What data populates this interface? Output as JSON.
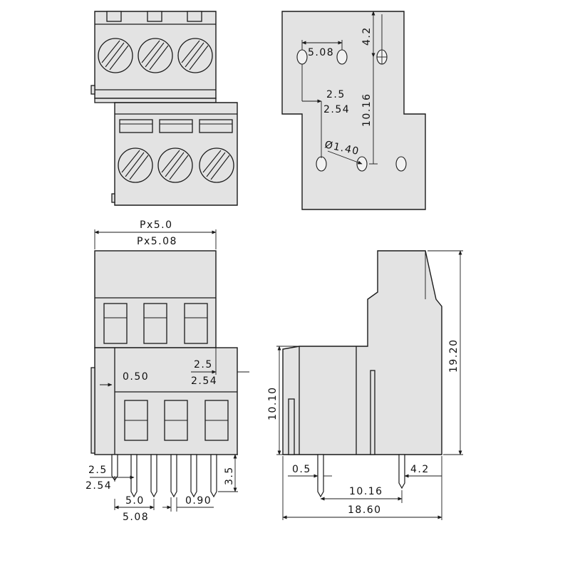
{
  "views": {
    "top_view": {
      "terminals_per_row": 3,
      "rows": 2
    },
    "footprint_view": {
      "labels": {
        "pitch": "5.08",
        "offset_top": "4.2",
        "step_a": "2.5",
        "step_b": "2.54",
        "row_spacing": "10.16",
        "hole_dia": "Ø1.40"
      }
    },
    "front_view": {
      "labels": {
        "pitch_a": "Px5.0",
        "pitch_b": "Px5.08",
        "step_a": "2.5",
        "step_b": "2.54",
        "wall": "0.50",
        "side_a": "2.5",
        "side_b": "2.54",
        "pin_height": "3.5",
        "pin_pitch_a": "5.0",
        "pin_pitch_b": "5.08",
        "pin_width": "0.90"
      }
    },
    "side_view": {
      "labels": {
        "height_total": "19.20",
        "height_lower": "10.10",
        "pin_offset": "0.5",
        "pin_right": "4.2",
        "pin_spacing": "10.16",
        "depth_total": "18.60"
      }
    }
  }
}
